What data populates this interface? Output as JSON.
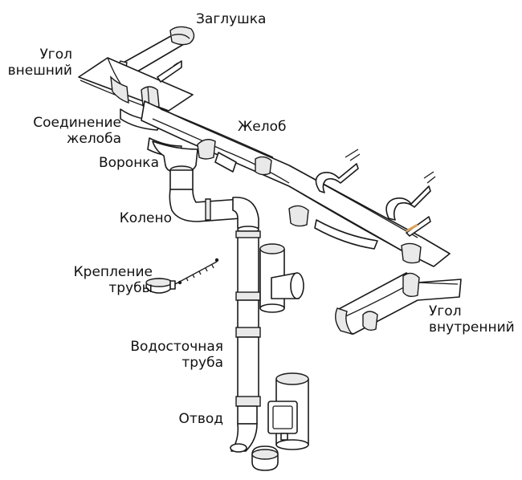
{
  "labels": {
    "zaglushka": [
      "Заглушка"
    ],
    "ugol_vneshniy": [
      "Угол",
      "внешний"
    ],
    "soedinenie": [
      "Соединение",
      "желоба"
    ],
    "zhelob": [
      "Желоб"
    ],
    "voronka": [
      "Воронка"
    ],
    "koleno": [
      "Колено"
    ],
    "kreplenie": [
      "Крепление",
      "трубы"
    ],
    "vodostochnaya": [
      "Водосточная",
      "труба"
    ],
    "otvod": [
      "Отвод"
    ],
    "ugol_vnutrenniy": [
      "Угол",
      "внутренний"
    ]
  },
  "colors": {
    "line": "#1a1a1a",
    "fill": "#ffffff",
    "shade": "#e6e6e6",
    "bracket_accent": "#d9a25a"
  }
}
